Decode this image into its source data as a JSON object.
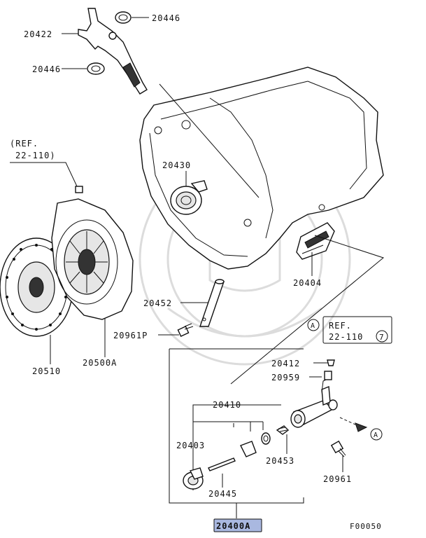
{
  "diagram": {
    "figure_code": "F00050",
    "highlighted_assembly": "20400A",
    "highlight_color": "#a9b8e0",
    "ref_1": {
      "line1": "(REF.",
      "line2": "22-110)"
    },
    "ref_2": {
      "marker": "A",
      "line1": "REF.",
      "line2": "22-110",
      "circled": "7"
    },
    "callout_marker": "A",
    "part_numbers": {
      "p20446_top": "20446",
      "p20422": "20422",
      "p20446_left": "20446",
      "p20430": "20430",
      "p20404": "20404",
      "p20452": "20452",
      "p20961P": "20961P",
      "p20510": "20510",
      "p20500A": "20500A",
      "p20412": "20412",
      "p20959": "20959",
      "p20410": "20410",
      "p20403": "20403",
      "p20453": "20453",
      "p20961": "20961",
      "p20445": "20445"
    }
  }
}
